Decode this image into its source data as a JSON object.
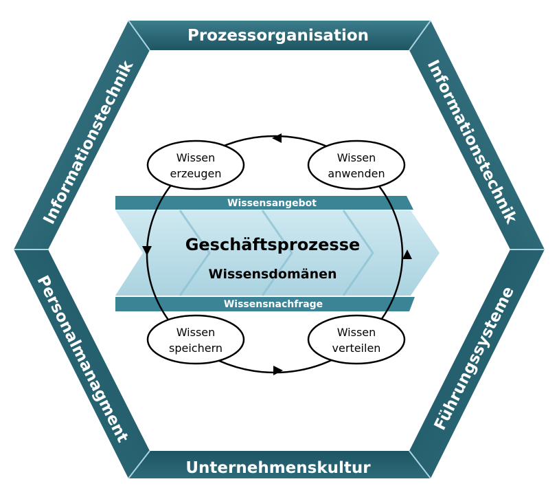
{
  "hexagon": {
    "top": "Prozessorganisation",
    "upper_left": "Informationstechnik",
    "upper_right": "Informationstechnik",
    "lower_left": "Personalmanagment",
    "lower_right": "Führungssysteme",
    "bottom": "Unternehmenskultur"
  },
  "bands": {
    "supply": "Wissensangebot",
    "demand": "Wissensnachfrage"
  },
  "center": {
    "title": "Geschäftsprozesse",
    "subtitle": "Wissensdomänen"
  },
  "cycle": {
    "create": {
      "line1": "Wissen",
      "line2": "erzeugen"
    },
    "apply": {
      "line1": "Wissen",
      "line2": "anwenden"
    },
    "store": {
      "line1": "Wissen",
      "line2": "speichern"
    },
    "distribute": {
      "line1": "Wissen",
      "line2": "verteilen"
    }
  },
  "colors": {
    "frame_dark": "#1e5563",
    "frame_light": "#3d7d8c",
    "band": "#3a8496",
    "arrow_fill": "#bfe0ea",
    "separator": "#a9d4e0"
  }
}
